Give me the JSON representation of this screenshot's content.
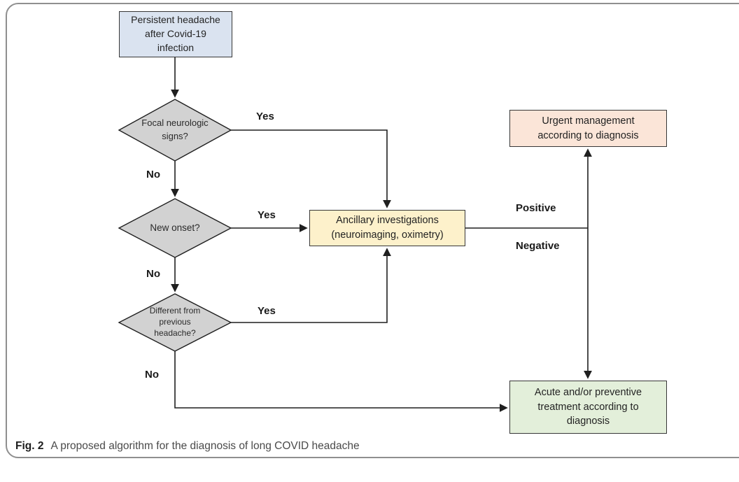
{
  "figure": {
    "caption": {
      "label": "Fig. 2",
      "text": "A proposed algorithm for the diagnosis of long COVID headache"
    }
  },
  "flowchart": {
    "nodes": {
      "start": {
        "text": "Persistent headache after Covid-19 infection",
        "fill": "#dae3f0"
      },
      "focal_neurologic_signs": {
        "text": "Focal neurologic signs?",
        "fill": "#d2d2d2"
      },
      "new_onset": {
        "text": "New onset?",
        "fill": "#d2d2d2"
      },
      "different_from_previous": {
        "text": "Different from previous headache?",
        "fill": "#d2d2d2"
      },
      "ancillary_investigations": {
        "text": "Ancillary investigations (neuroimaging, oximetry)",
        "fill": "#fdf1cb"
      },
      "urgent_management": {
        "text": "Urgent management according to diagnosis",
        "fill": "#fbe5d8"
      },
      "acute_preventive_treatment": {
        "text": "Acute and/or preventive treatment according to diagnosis",
        "fill": "#e3efda"
      }
    },
    "edge_labels": {
      "yes": "Yes",
      "no": "No",
      "positive": "Positive",
      "negative": "Negative"
    },
    "line_color": "#1f1f1f"
  }
}
